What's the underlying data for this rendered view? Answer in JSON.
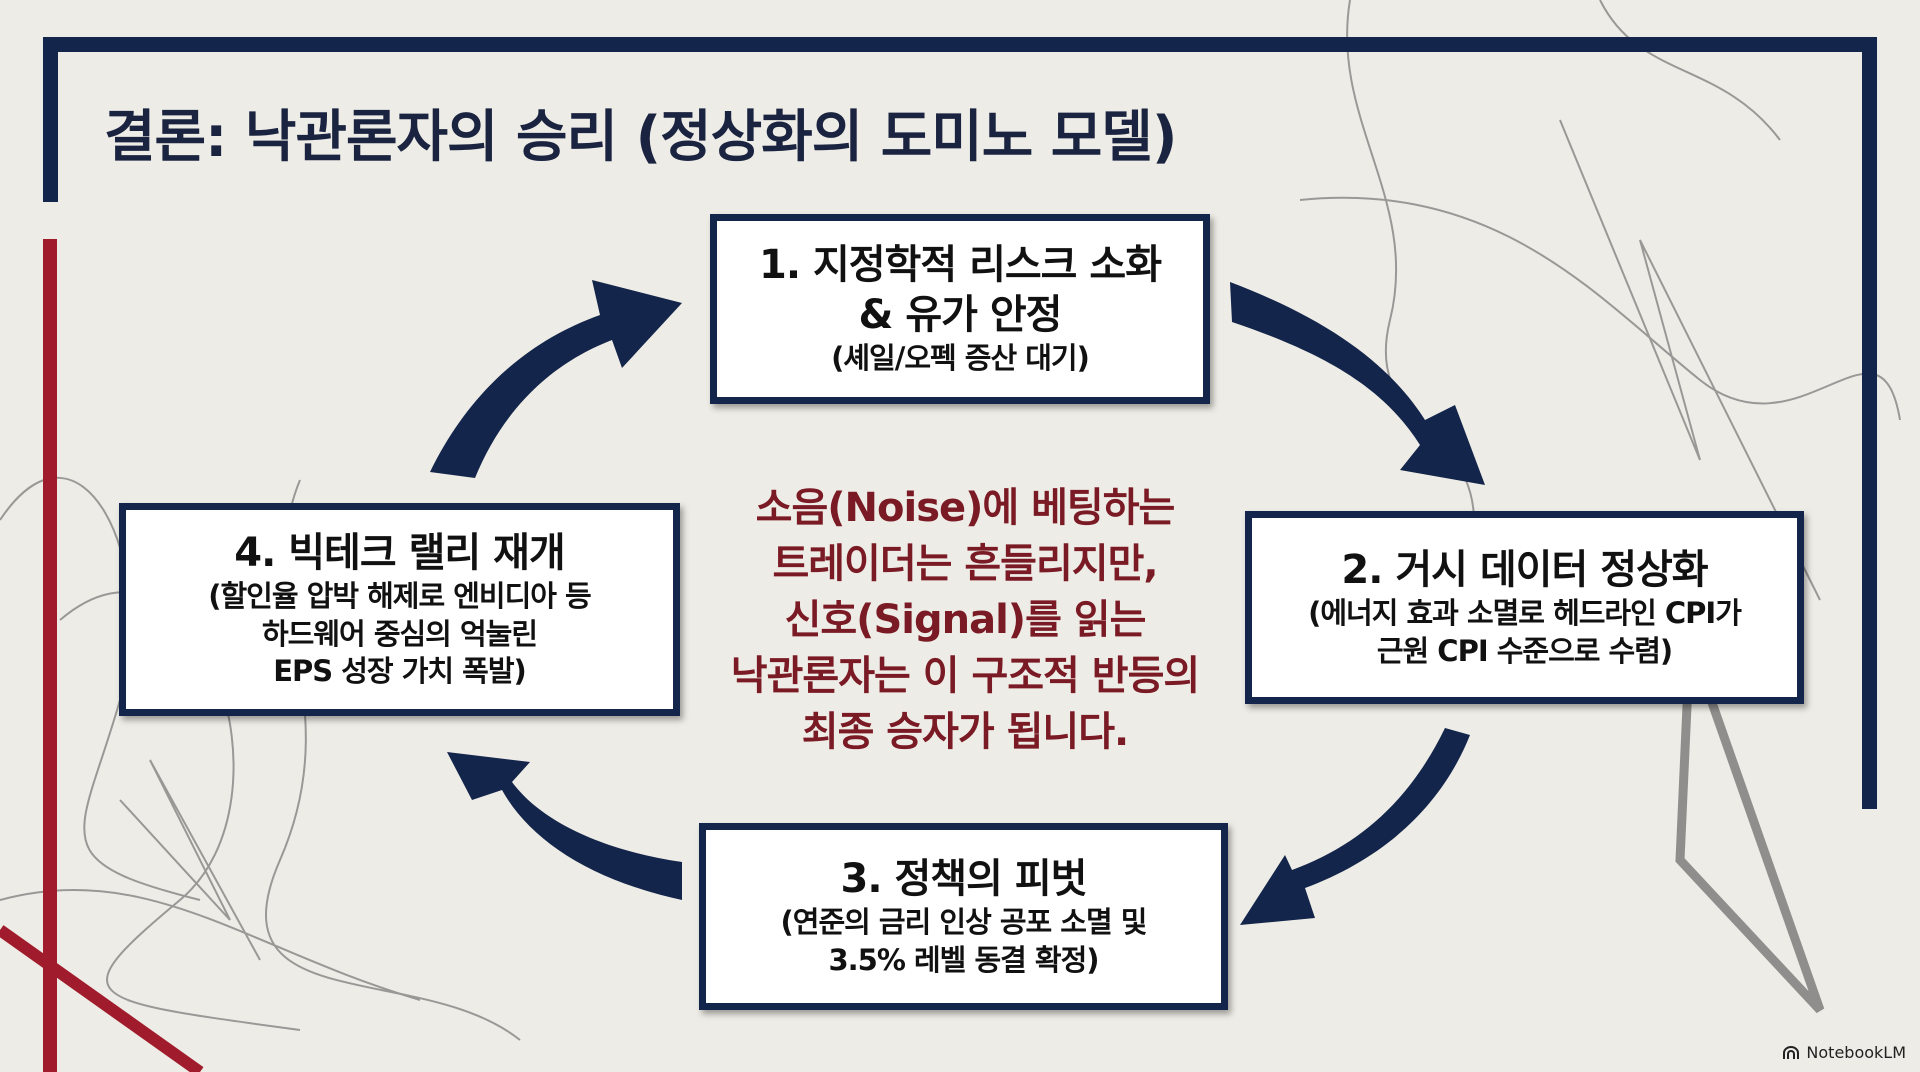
{
  "title": "결론: 낙관론자의 승리 (정상화의 도미노 모델)",
  "steps": [
    {
      "heading": [
        "1. 지정학적 리스크 소화",
        "& 유가 안정"
      ],
      "detail": [
        "(셰일/오펙 증산 대기)"
      ]
    },
    {
      "heading": [
        "2. 거시 데이터 정상화"
      ],
      "detail": [
        "(에너지 효과 소멸로 헤드라인 CPI가",
        "근원 CPI 수준으로 수렴)"
      ]
    },
    {
      "heading": [
        "3. 정책의 피벗"
      ],
      "detail": [
        "(연준의 금리 인상 공포 소멸 및",
        "3.5% 레벨 동결 확정)"
      ]
    },
    {
      "heading": [
        "4. 빅테크 랠리 재개"
      ],
      "detail": [
        "(할인율 압박 해제로 엔비디아 등",
        "하드웨어 중심의 억눌린",
        "EPS 성장 가치 폭발)"
      ]
    }
  ],
  "center_message": [
    "소음(Noise)에 베팅하는",
    "트레이더는 흔들리지만,",
    "신호(Signal)를 읽는",
    "낙관론자는 이 구조적 반등의",
    "최종 승자가 됩니다."
  ],
  "brand": "NotebookLM",
  "colors": {
    "navy": "#13254a",
    "red": "#a01c2c",
    "message": "#7a1a24",
    "background": "#eeece6"
  }
}
